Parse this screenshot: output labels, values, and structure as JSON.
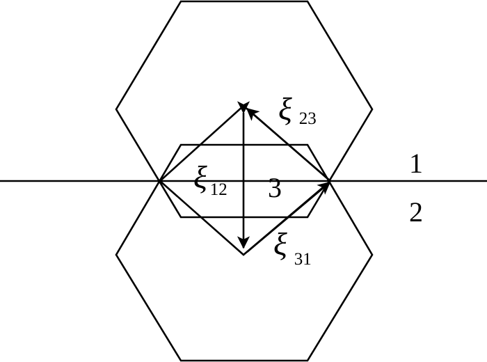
{
  "labels": {
    "xi": "ξ",
    "sub_12": "12",
    "sub_23": "23",
    "sub_31": "31",
    "region_1": "1",
    "region_2": "2",
    "region_3": "3"
  },
  "colors": {
    "line": "#000000",
    "background": "#ffffff"
  }
}
